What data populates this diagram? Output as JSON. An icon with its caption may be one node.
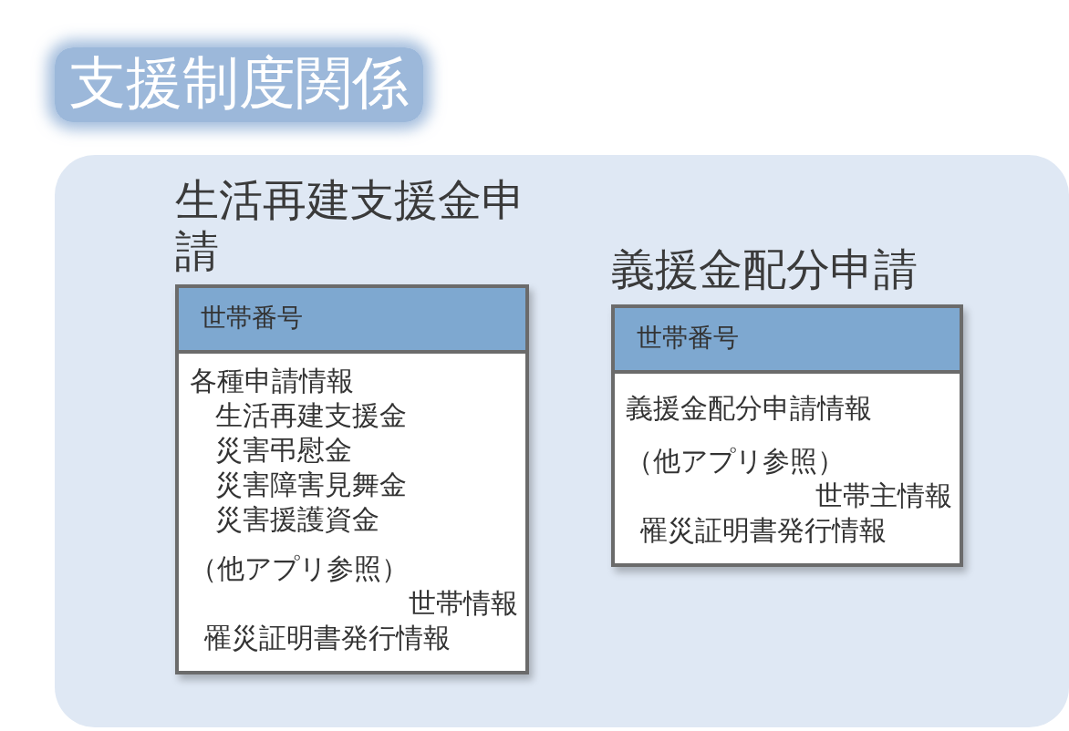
{
  "diagram": {
    "title": "支援制度関係",
    "nodes": [
      {
        "text": [],
        "shape": "box"
      },
      {
        "text": [
          "生活再建支援金申請",
          "世帯番号",
          "各種申請情報",
          "生活再建支援金",
          "災害弔慰金",
          "災害障害見舞金",
          "災害援護資金",
          "（他アプリ参照）",
          "世帯情報",
          "罹災証明書発行情報"
        ],
        "in": 0
      },
      {
        "text": [
          "義援金配分申請",
          "世帯番号",
          "義援金配分申請情報",
          "（他アプリ参照）",
          "世帯主情報",
          "罹災証明書発行情報"
        ],
        "in": 0
      }
    ]
  }
}
